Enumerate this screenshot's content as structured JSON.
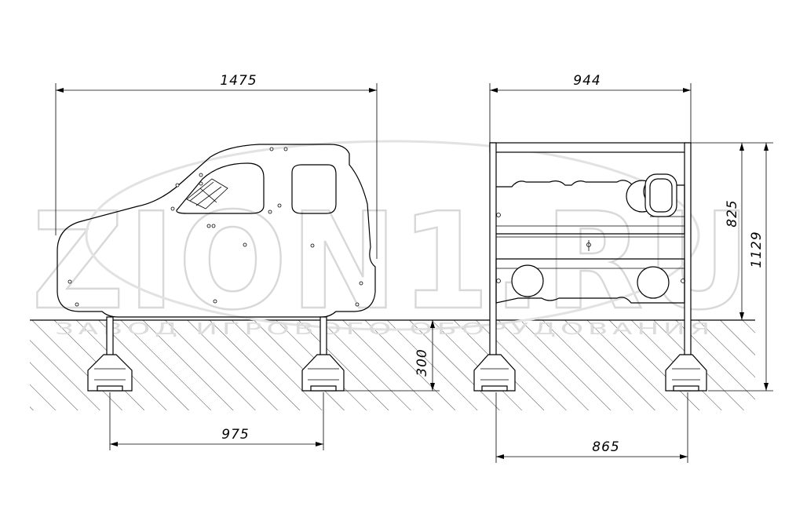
{
  "dimensions": {
    "overall_width": "1475",
    "post_spacing_side": "975",
    "foundation_depth": "300",
    "frame_width": "944",
    "frame_height": "825",
    "overall_height": "1129",
    "post_spacing_front": "865"
  },
  "watermark": {
    "logo": "ZION1.RU",
    "tagline": "ЗАВОД ИГРОВОГО ОБОРУДОВАНИЯ"
  },
  "colors": {
    "line": "#000000",
    "watermark": "#d8d8d8",
    "background": "#ffffff"
  }
}
